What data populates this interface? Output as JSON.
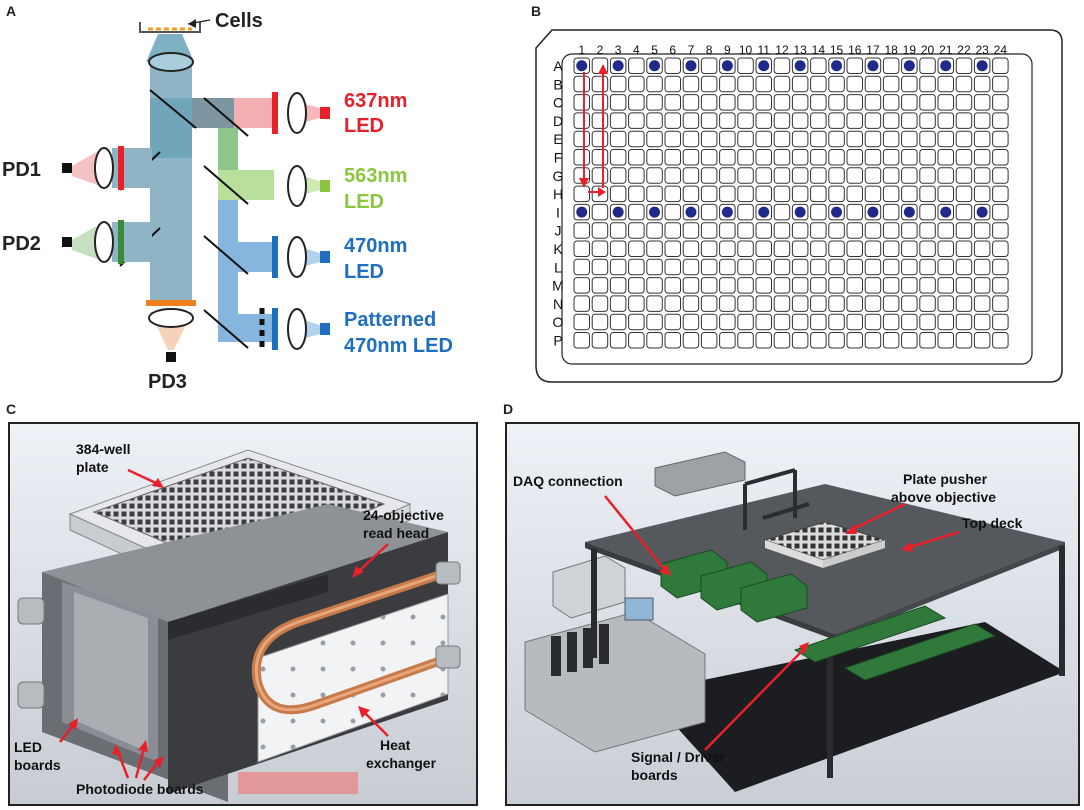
{
  "panels": {
    "a": {
      "letter": "A",
      "cells": "Cells",
      "pd1": "PD1",
      "pd2": "PD2",
      "pd3": "PD3",
      "led637": [
        "637nm",
        "LED"
      ],
      "led563": [
        "563nm",
        "LED"
      ],
      "led470": [
        "470nm",
        "LED"
      ],
      "patterned": [
        "Patterned",
        "470nm LED"
      ]
    },
    "b": {
      "letter": "B",
      "cols": [
        "1",
        "2",
        "3",
        "4",
        "5",
        "6",
        "7",
        "8",
        "9",
        "10",
        "11",
        "12",
        "13",
        "14",
        "15",
        "16",
        "17",
        "18",
        "19",
        "20",
        "21",
        "22",
        "23",
        "24"
      ],
      "rows": [
        "A",
        "B",
        "C",
        "D",
        "E",
        "F",
        "G",
        "H",
        "I",
        "J",
        "K",
        "L",
        "M",
        "N",
        "O",
        "P"
      ],
      "filled_rows": [
        "A",
        "I"
      ],
      "filled_cols": [
        1,
        3,
        5,
        7,
        9,
        11,
        13,
        15,
        17,
        19,
        21,
        23
      ]
    },
    "c": {
      "letter": "C",
      "plate": [
        "384-well",
        "plate"
      ],
      "readhead": [
        "24-objective",
        "read head"
      ],
      "led_boards": [
        "LED",
        "boards"
      ],
      "photodiode": "Photodiode boards",
      "heat": [
        "Heat",
        "exchanger"
      ]
    },
    "d": {
      "letter": "D",
      "daq": "DAQ connection",
      "pusher": [
        "Plate pusher",
        "above objective"
      ],
      "topdeck": "Top deck",
      "signal": [
        "Signal / Driver",
        "boards"
      ]
    }
  },
  "colors": {
    "red": "#e8202a",
    "green": "#8cc63f",
    "blue": "#1f6fc0",
    "beam": "#8fb4c6",
    "well_fill": "#1f2a8a"
  }
}
